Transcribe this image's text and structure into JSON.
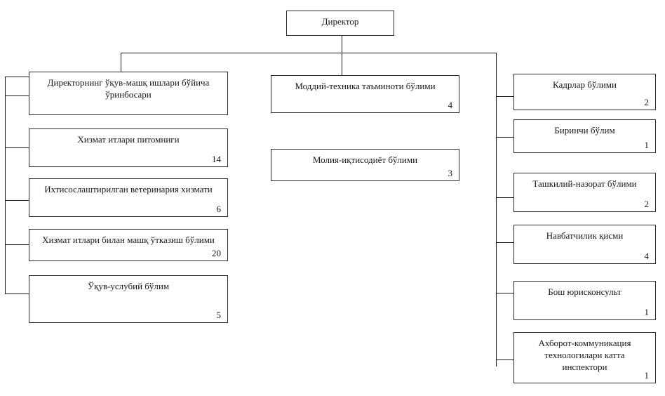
{
  "chart_title": "",
  "root": {
    "label": "Директор",
    "count": ""
  },
  "center_branch": [
    {
      "label": "Моддий-техника таъминоти бўлими",
      "count": "4"
    },
    {
      "label": "Молия-иқтисодиёт бўлими",
      "count": "3"
    }
  ],
  "left_branch": [
    {
      "label": "Директорнинг ўқув-машқ ишлари бўйича ўринбосари",
      "count": ""
    },
    {
      "label": "Хизмат итлари питомниги",
      "count": "14"
    },
    {
      "label": "Ихтисослаштирилган ветеринария хизмати",
      "count": "6"
    },
    {
      "label": "Хизмат итлари билан машқ ўтказиш бўлими",
      "count": "20"
    },
    {
      "label": "Ўқув-услубий бўлим",
      "count": "5"
    }
  ],
  "right_branch": [
    {
      "label": "Кадрлар бўлими",
      "count": "2"
    },
    {
      "label": "Биринчи бўлим",
      "count": "1"
    },
    {
      "label": "Ташкилий-назорат бўлими",
      "count": "2"
    },
    {
      "label": "Навбатчилик қисми",
      "count": "4"
    },
    {
      "label": "Бош юрисконсульт",
      "count": "1"
    },
    {
      "label": "Ахборот-коммуникация технологилари катта инспектори",
      "count": "1"
    }
  ],
  "colors": {
    "box_border": "#2b2b2b",
    "connector": "#1c1c1c",
    "text": "#16161d",
    "background": "#ffffff"
  }
}
